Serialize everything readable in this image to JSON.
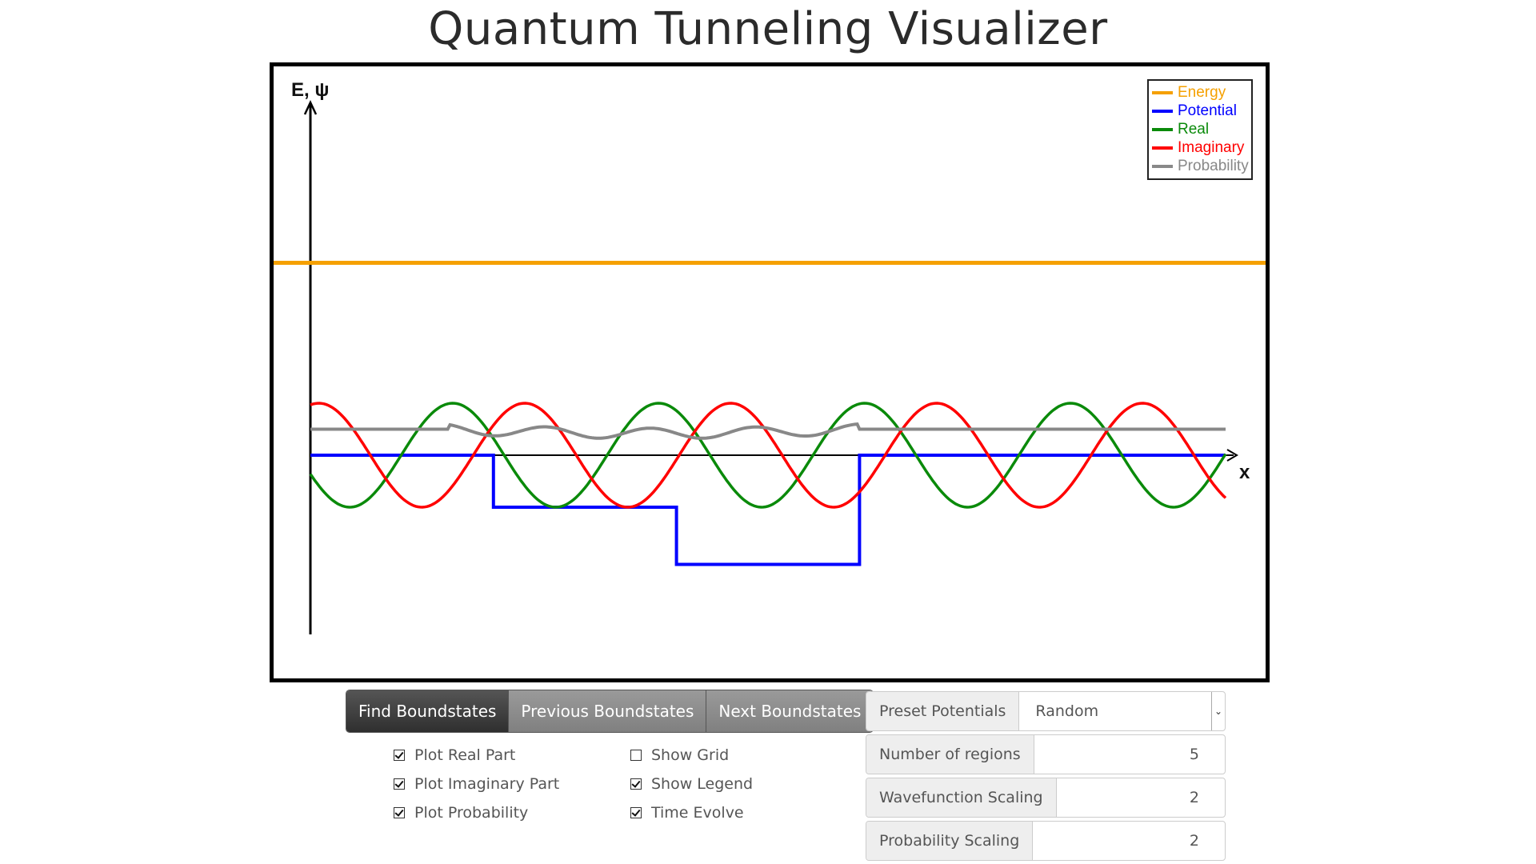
{
  "page": {
    "title": "Quantum Tunneling Visualizer"
  },
  "plot": {
    "y_axis_label": "E, ψ",
    "x_axis_label": "x",
    "legend": [
      {
        "label": "Energy",
        "color": "#f5a000"
      },
      {
        "label": "Potential",
        "color": "#0000ff"
      },
      {
        "label": "Real",
        "color": "#0a8a0a"
      },
      {
        "label": "Imaginary",
        "color": "#ff0000"
      },
      {
        "label": "Probability",
        "color": "#888888"
      }
    ]
  },
  "chart_data": {
    "type": "line",
    "x_range": [
      0,
      10
    ],
    "y_range": [
      -1.6,
      3.0
    ],
    "energy_level": 1.85,
    "potential_regions": [
      {
        "x_start": 0,
        "x_end": 2,
        "value": 0
      },
      {
        "x_start": 2,
        "x_end": 4,
        "value": -0.5
      },
      {
        "x_start": 4,
        "x_end": 6,
        "value": -1.05
      },
      {
        "x_start": 6,
        "x_end": 10,
        "value": 0
      }
    ],
    "wave_amplitude": 0.5,
    "probability_level": 0.25,
    "series": [
      {
        "name": "Energy",
        "color": "#f5a000"
      },
      {
        "name": "Potential",
        "color": "#0000ff"
      },
      {
        "name": "Real",
        "color": "#0a8a0a"
      },
      {
        "name": "Imaginary",
        "color": "#ff0000"
      },
      {
        "name": "Probability",
        "color": "#888888"
      }
    ]
  },
  "controls": {
    "buttons": [
      {
        "label": "Find Boundstates",
        "active": true
      },
      {
        "label": "Previous Boundstates",
        "active": false
      },
      {
        "label": "Next Boundstates",
        "active": false
      }
    ],
    "checkboxes_left": [
      {
        "label": "Plot Real Part",
        "checked": true
      },
      {
        "label": "Plot Imaginary Part",
        "checked": true
      },
      {
        "label": "Plot Probability",
        "checked": true
      }
    ],
    "checkboxes_right": [
      {
        "label": "Show Grid",
        "checked": false
      },
      {
        "label": "Show Legend",
        "checked": true
      },
      {
        "label": "Time Evolve",
        "checked": true
      }
    ],
    "preset": {
      "label": "Preset Potentials",
      "value": "Random"
    },
    "regions": {
      "label": "Number of regions",
      "value": "5"
    },
    "wave_scaling": {
      "label": "Wavefunction Scaling",
      "value": "2"
    },
    "prob_scaling": {
      "label": "Probability Scaling",
      "value": "2"
    }
  }
}
